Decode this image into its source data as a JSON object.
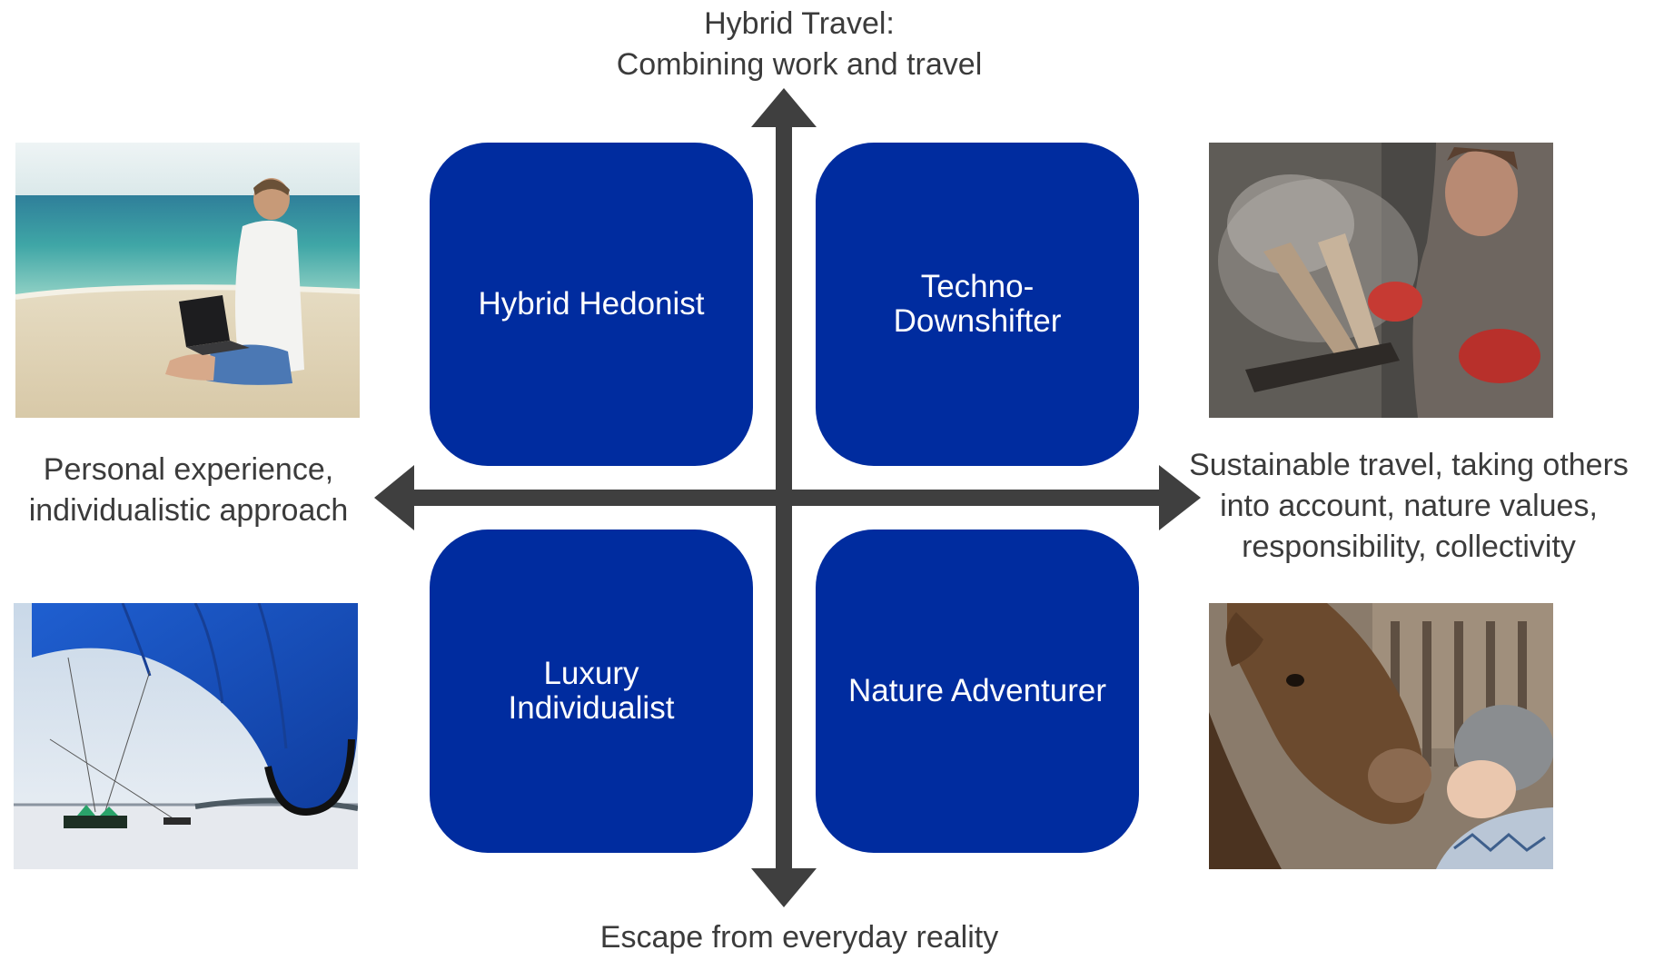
{
  "axes": {
    "top": [
      "Hybrid Travel:",
      "Combining work and travel"
    ],
    "bottom": [
      "Escape from everyday reality"
    ],
    "left": [
      "Personal experience,",
      "individualistic approach"
    ],
    "right": [
      "Sustainable travel, taking others",
      "into account, nature values,",
      "responsibility, collectivity"
    ]
  },
  "quadrants": {
    "top_left": [
      "Hybrid Hedonist"
    ],
    "top_right": [
      "Techno-",
      "Downshifter"
    ],
    "bottom_left": [
      "Luxury",
      "Individualist"
    ],
    "bottom_right": [
      "Nature Adventurer"
    ]
  },
  "colors": {
    "quadrant_fill": "#002c9f",
    "axis_arrow": "#3f3f3f",
    "text": "#3b3b3b"
  },
  "images": {
    "top_left": "man-with-laptop-on-beach-photo",
    "top_right": "man-lighting-campfire-photo",
    "bottom_left": "kite-surfing-on-snow-photo",
    "bottom_right": "child-kissing-moose-photo"
  }
}
